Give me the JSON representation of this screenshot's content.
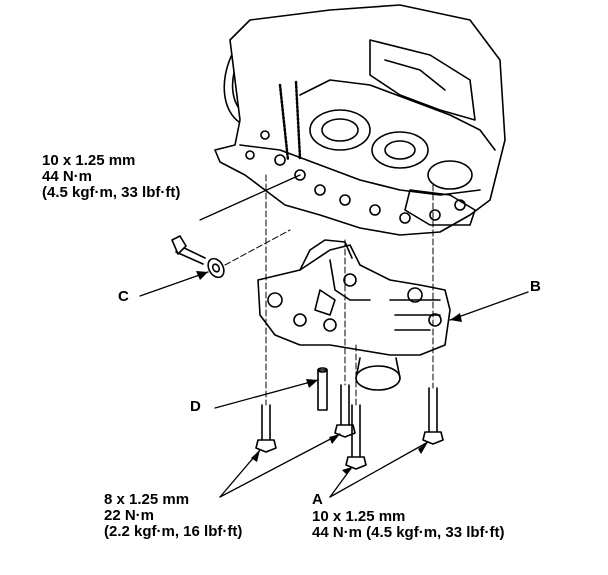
{
  "callouts": {
    "top_spec": {
      "line1": "10 x 1.25 mm",
      "line2": "44 N·m",
      "line3": "(4.5 kgf·m, 33 lbf·ft)"
    },
    "bottom_left_spec": {
      "line1": "8 x 1.25 mm",
      "line2": "22 N·m",
      "line3": "(2.2 kgf·m, 16 lbf·ft)"
    },
    "bottom_right_spec": {
      "line1": "10 x 1.25 mm",
      "line2": "44 N·m (4.5 kgf·m, 33 lbf·ft)"
    },
    "letters": {
      "a": "A",
      "b": "B",
      "c": "C",
      "d": "D"
    }
  },
  "colors": {
    "ink": "#000000",
    "paper": "#ffffff",
    "shade": "#d9d9d9"
  }
}
